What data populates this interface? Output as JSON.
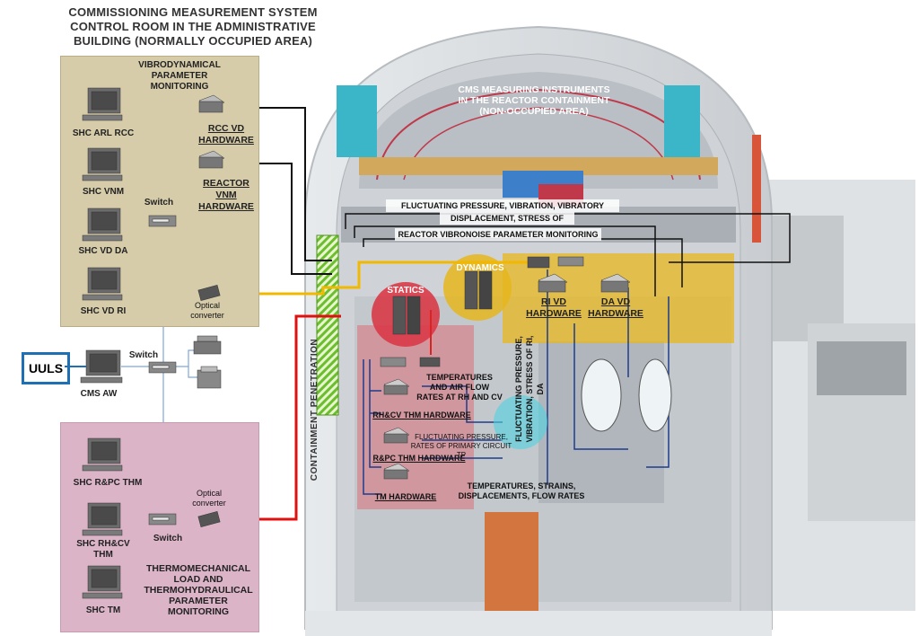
{
  "admin": {
    "heading": [
      "COMMISSIONING MEASUREMENT SYSTEM",
      "CONTROL ROOM IN THE ADMINISTRATIVE",
      "BUILDING (NORMALLY OCCUPIED AREA)"
    ],
    "vibro_title": [
      "VIBRODYNAMICAL",
      "PARAMETER",
      "MONITORING"
    ],
    "workstations": [
      "SHC ARL RCC",
      "SHC VNM",
      "SHC VD DA",
      "SHC VD RI"
    ],
    "switch": "Switch",
    "rcc_hw": [
      "RCC VD",
      "HARDWARE"
    ],
    "reactor_hw": [
      "REACTOR",
      "VNM",
      "HARDWARE"
    ],
    "optical": [
      "Optical",
      "converter"
    ]
  },
  "middle": {
    "uuls": "UULS",
    "switch": "Switch",
    "cms_aw": "CMS AW"
  },
  "thermo": {
    "workstations": [
      "SHC R&PC THM",
      "SHC RH&CV",
      "THM",
      "SHC TM"
    ],
    "switch": "Switch",
    "optical": [
      "Optical",
      "converter"
    ],
    "title": [
      "THERMOMECHANICAL",
      "LOAD AND",
      "THERMOHYDRAULICAL",
      "PARAMETER",
      "MONITORING"
    ]
  },
  "containment": {
    "heading": [
      "CMS MEASURING INSTRUMENTS",
      "IN THE REACTOR CONTAINMENT",
      "(NON-OCCUPIED AREA)"
    ],
    "penetration": "CONTAINMENT PENETRATION",
    "fluct1": "FLUCTUATING PRESSURE, VIBRATION, VIBRATORY",
    "fluct2": "DISPLACEMENT, STRESS OF",
    "vibronoise": "REACTOR VIBRONOISE PARAMETER MONITORING",
    "dynamics": "DYNAMICS",
    "statics": "STATICS",
    "ri_hw": [
      "RI VD",
      "HARDWARE"
    ],
    "da_hw": [
      "DA VD",
      "HARDWARE"
    ],
    "temps": [
      "TEMPERATURES",
      "AND AIR FLOW",
      "RATES AT RH AND CV"
    ],
    "rhcv_hw": "RH&CV THM HARDWARE",
    "fluct_tp": [
      "FLUCTUATING PRESSURE,",
      "RATES OF PRIMARY CIRCUIT TP"
    ],
    "rpc_hw": "R&PC THM HARDWARE",
    "tm_hw": "TM HARDWARE",
    "strains": [
      "TEMPERATURES, STRAINS,",
      "DISPLACEMENTS, FLOW RATES"
    ],
    "vertical": [
      "FLUCTUATING PRESSURE,",
      "VIBRATION, STRESS OF RI,",
      "DA"
    ]
  },
  "colors": {
    "admin_bg": "#d6ccaa",
    "thermo_bg": "#dcb4c8",
    "yellow_line": "#f2b800",
    "red_line": "#e01010",
    "green_hatch": "#6cbf2c",
    "uuls_border": "#1f6fb5"
  }
}
